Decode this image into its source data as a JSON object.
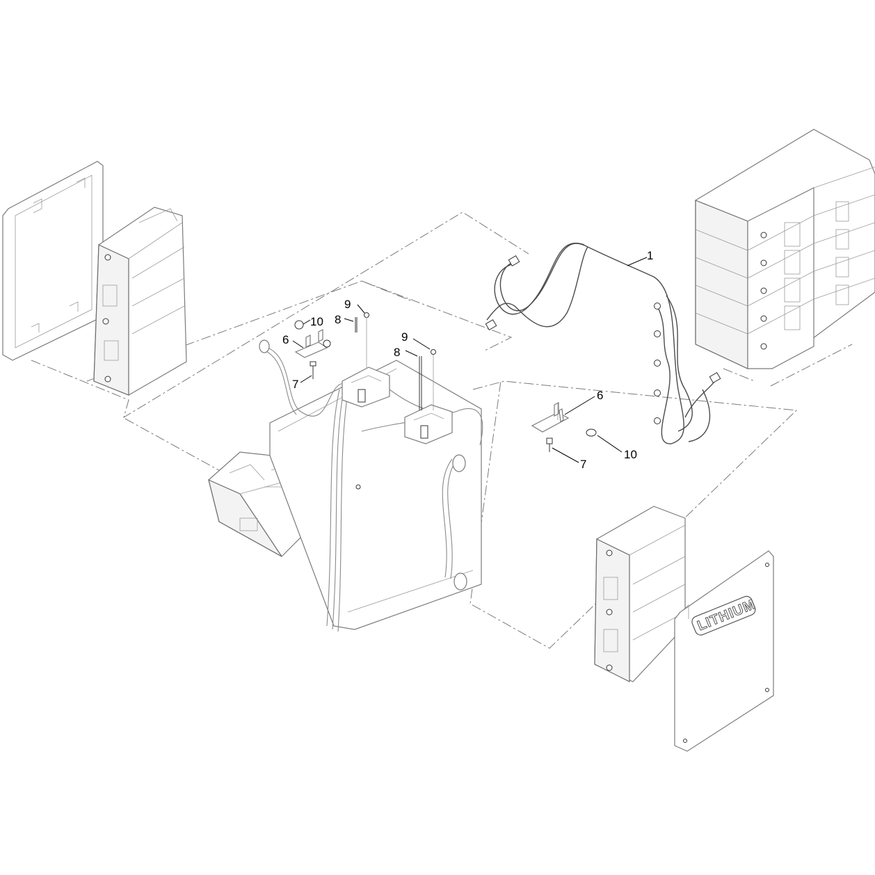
{
  "callouts": {
    "c1": "1",
    "c6a": "6",
    "c6b": "6",
    "c7a": "7",
    "c7b": "7",
    "c8a": "8",
    "c8b": "8",
    "c9a": "9",
    "c9b": "9",
    "c10a": "10",
    "c10b": "10"
  },
  "cover_logo": "LITHIUM",
  "icons": {
    "cable_harness": "cable-harness-icon",
    "battery_module": "battery-module-icon",
    "bracket": "bracket-icon",
    "fastener": "screw-icon"
  }
}
